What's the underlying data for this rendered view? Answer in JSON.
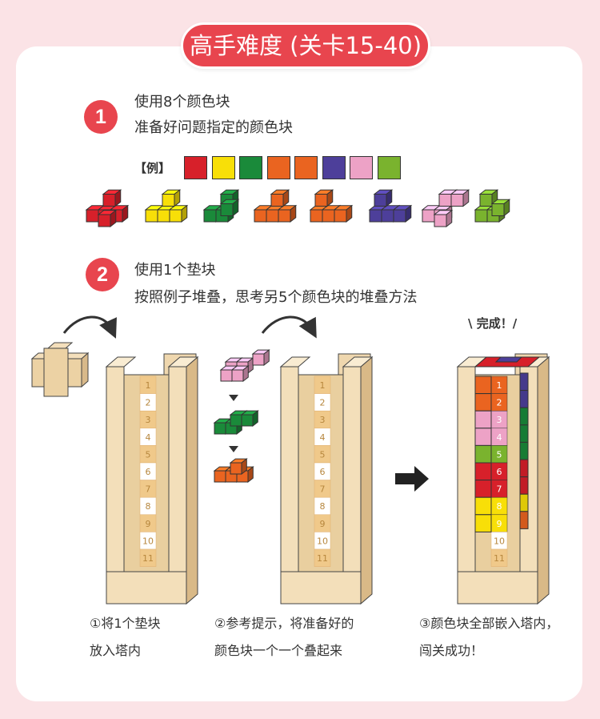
{
  "title": "高手难度 (关卡15-40)",
  "step1": {
    "number": "1",
    "line1": "使用8个颜色块",
    "line2": "准备好问题指定的颜色块"
  },
  "example_label": "【例】",
  "swatch_colors": [
    "#d7202a",
    "#f8df08",
    "#1a8a3a",
    "#ea6420",
    "#ea6420",
    "#4d3f9a",
    "#eda2c6",
    "#7ab32e"
  ],
  "step2": {
    "number": "2",
    "line1": "使用1个垫块",
    "line2": "按照例子堆叠，思考另5个颜色块的堆叠方法"
  },
  "done_label": "\\ 完成！/",
  "tower_numbers": [
    "1",
    "2",
    "3",
    "4",
    "5",
    "6",
    "7",
    "8",
    "9",
    "10",
    "11"
  ],
  "captions": {
    "c1": {
      "line1": "①将1个垫块",
      "line2": "放入塔内"
    },
    "c2": {
      "line1": "②参考提示，将准备好的",
      "line2": "颜色块一个一个叠起来"
    },
    "c3": {
      "line1": "③颜色块全部嵌入塔内，",
      "line2": "闯关成功！"
    }
  }
}
